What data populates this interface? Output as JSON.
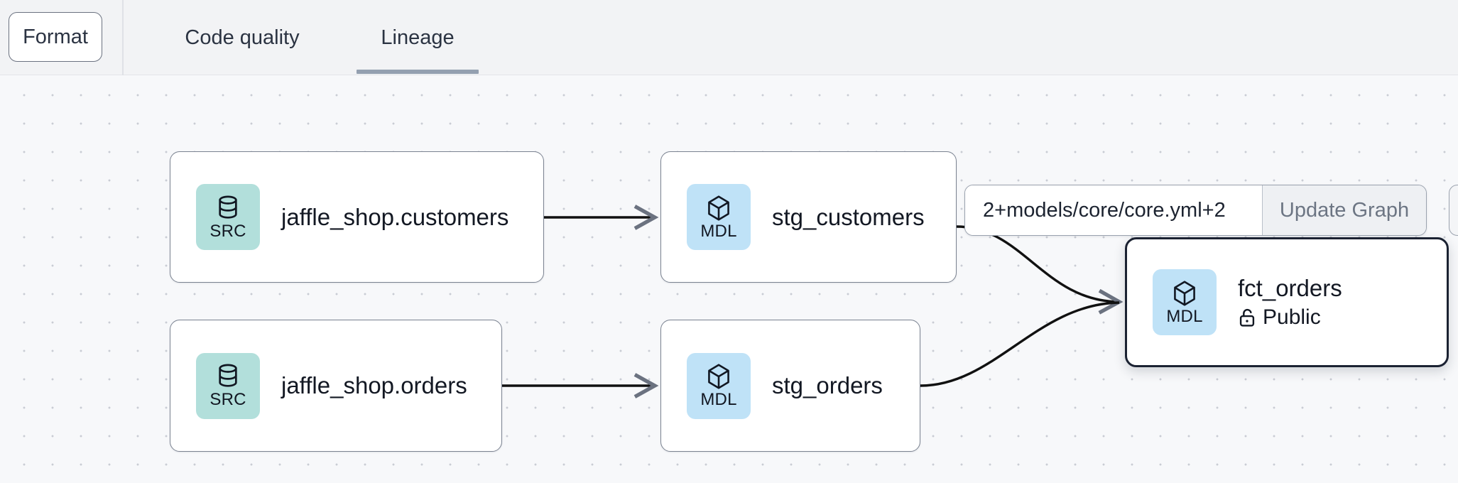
{
  "toolbar": {
    "format_label": "Format",
    "tabs": [
      {
        "label": "Code quality",
        "active": false
      },
      {
        "label": "Lineage",
        "active": true
      }
    ]
  },
  "controls": {
    "selector_value": "2+models/core/core.yml+2",
    "selector_placeholder": "",
    "update_label": "Update Graph"
  },
  "graph": {
    "nodes": [
      {
        "id": "src-customers",
        "badge": "SRC",
        "badge_icon": "database-icon",
        "title": "jaffle_shop.customers",
        "subtitle": null,
        "selected": false
      },
      {
        "id": "stg-customers",
        "badge": "MDL",
        "badge_icon": "cube-icon",
        "title": "stg_customers",
        "subtitle": null,
        "selected": false
      },
      {
        "id": "src-orders",
        "badge": "SRC",
        "badge_icon": "database-icon",
        "title": "jaffle_shop.orders",
        "subtitle": null,
        "selected": false
      },
      {
        "id": "stg-orders",
        "badge": "MDL",
        "badge_icon": "cube-icon",
        "title": "stg_orders",
        "subtitle": null,
        "selected": false
      },
      {
        "id": "fct-orders",
        "badge": "MDL",
        "badge_icon": "cube-icon",
        "title": "fct_orders",
        "subtitle": "Public",
        "subtitle_icon": "unlock-icon",
        "selected": true
      }
    ],
    "edges": [
      {
        "from": "src-customers",
        "to": "stg-customers"
      },
      {
        "from": "src-orders",
        "to": "stg-orders"
      },
      {
        "from": "stg-customers",
        "to": "fct-orders"
      },
      {
        "from": "stg-orders",
        "to": "fct-orders"
      }
    ]
  },
  "colors": {
    "canvas_bg": "#f7f8fa",
    "toolbar_bg": "#f2f3f5",
    "src_badge": "#b2dfdb",
    "mdl_badge": "#bfe2f7",
    "edge": "#111111",
    "selected_border": "#1b2232",
    "tab_underline": "#94a0b0"
  }
}
